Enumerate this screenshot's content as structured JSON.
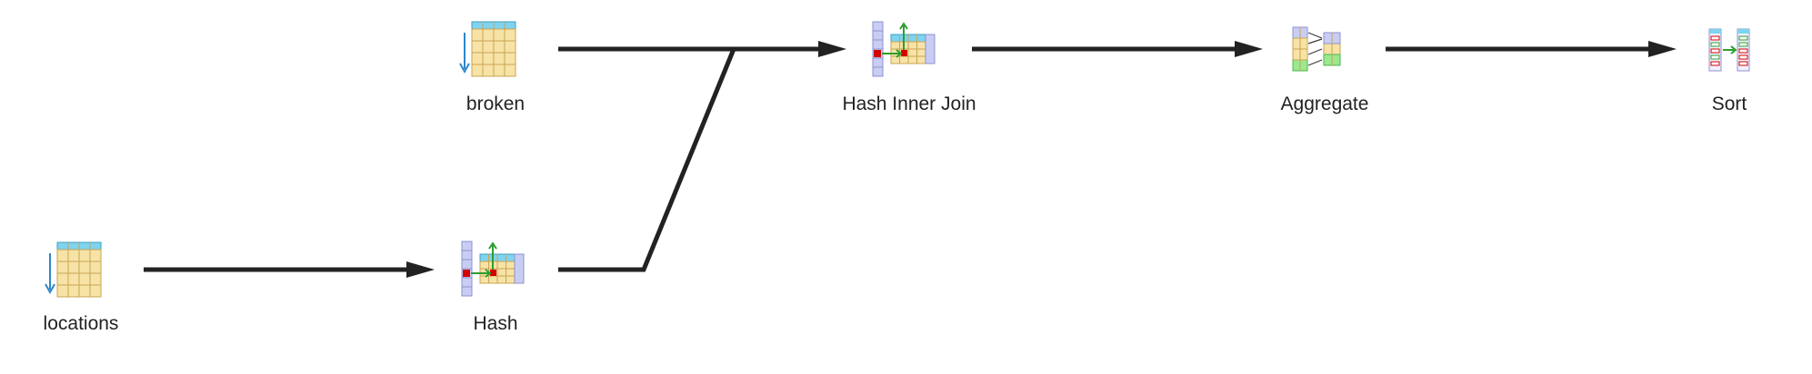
{
  "diagram": {
    "type": "query-plan",
    "nodes": [
      {
        "id": "broken",
        "label": "broken",
        "icon": "table-scan-icon"
      },
      {
        "id": "locations",
        "label": "locations",
        "icon": "table-scan-icon"
      },
      {
        "id": "hash",
        "label": "Hash",
        "icon": "hash-icon"
      },
      {
        "id": "hash_join",
        "label": "Hash Inner Join",
        "icon": "hash-join-icon"
      },
      {
        "id": "aggregate",
        "label": "Aggregate",
        "icon": "aggregate-icon"
      },
      {
        "id": "sort",
        "label": "Sort",
        "icon": "sort-icon"
      }
    ],
    "edges": [
      {
        "from": "locations",
        "to": "hash"
      },
      {
        "from": "broken",
        "to": "hash_join"
      },
      {
        "from": "hash",
        "to": "hash_join"
      },
      {
        "from": "hash_join",
        "to": "aggregate"
      },
      {
        "from": "aggregate",
        "to": "sort"
      }
    ],
    "colors": {
      "edge": "#222222",
      "table_header": "#7fd3ef",
      "table_cell": "#f7e3a6",
      "table_border": "#c9a553",
      "scan_arrow": "#2f86c9",
      "hash_column": "#c9cdf3",
      "hash_column_border": "#8d92cf",
      "hash_key": "#d40000",
      "hash_arrow": "#2e9e2e",
      "aggregate_green": "#9be88f"
    }
  }
}
